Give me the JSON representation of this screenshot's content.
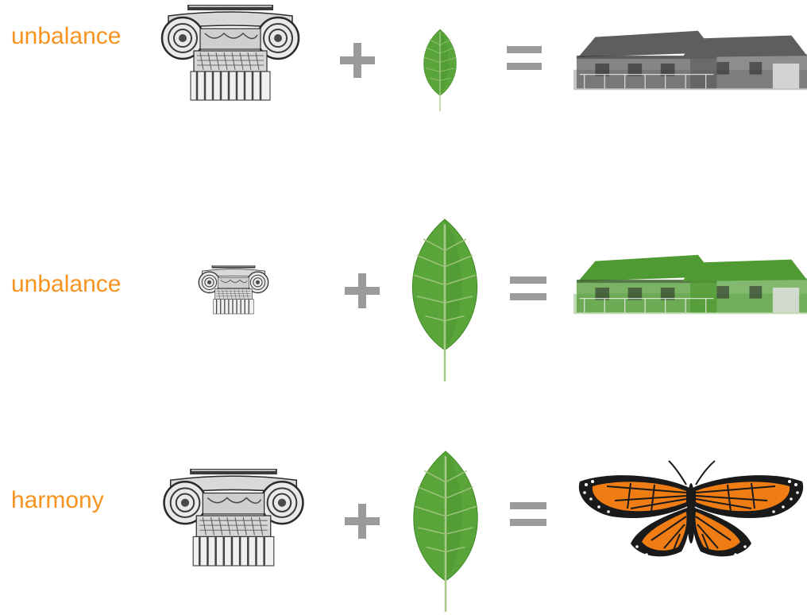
{
  "colors": {
    "label": "#f7931e",
    "operator": "#9b9b9b",
    "leaf": "#5aa53a",
    "leaf_dark": "#2f6e1d",
    "house_gray": "#5e5e5e",
    "house_green": "#4f9a32",
    "butterfly_orange": "#f07c14",
    "butterfly_black": "#1a1a1a"
  },
  "rows": [
    {
      "label": "unbalance",
      "operand_1": "ionic-column-capital",
      "operand_2": "leaf",
      "operator_1": "plus",
      "operator_2": "equals",
      "result": "gray-house"
    },
    {
      "label": "unbalance",
      "operand_1": "ionic-column-capital",
      "operand_2": "leaf",
      "operator_1": "plus",
      "operator_2": "equals",
      "result": "green-house"
    },
    {
      "label": "harmony",
      "operand_1": "ionic-column-capital",
      "operand_2": "leaf",
      "operator_1": "plus",
      "operator_2": "equals",
      "result": "monarch-butterfly"
    }
  ]
}
